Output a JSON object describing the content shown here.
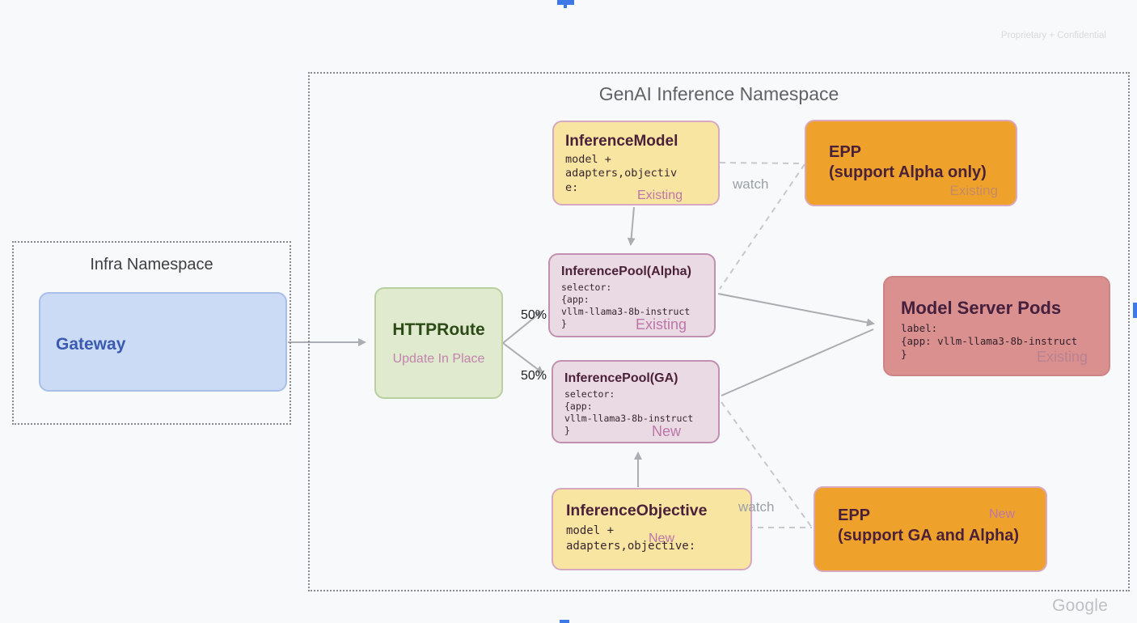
{
  "meta": {
    "confidential": "Proprietary + Confidential",
    "brand": "Google"
  },
  "infra_namespace": {
    "title": "Infra Namespace",
    "gateway": {
      "title": "Gateway"
    }
  },
  "genai_namespace": {
    "title": "GenAI Inference Namespace",
    "httproute": {
      "title": "HTTPRoute",
      "subtitle": "Update In Place"
    },
    "inference_model": {
      "title": "InferenceModel",
      "code": "model +\nadapters,objectiv\ne:",
      "status": "Existing"
    },
    "epp_alpha": {
      "title": "EPP\n(support Alpha only)",
      "status": "Existing"
    },
    "pool_alpha": {
      "title": "InferencePool(Alpha)",
      "code": "selector:\n{app:\nvllm-llama3-8b-instruct\n}",
      "status": "Existing"
    },
    "pool_ga": {
      "title": "InferencePool(GA)",
      "code": "selector:\n{app:\nvllm-llama3-8b-instruct\n}",
      "status": "New"
    },
    "model_server_pods": {
      "title": "Model Server Pods",
      "code": "label:\n{app: vllm-llama3-8b-instruct\n}",
      "status": "Existing"
    },
    "inference_objective": {
      "title": "InferenceObjective",
      "code": "model +\nadapters,objective:",
      "status": "New"
    },
    "epp_ga": {
      "title": "EPP\n(support GA and Alpha)",
      "status": "New"
    },
    "edge_labels": {
      "watch_top": "watch",
      "watch_bottom": "watch",
      "split_top": "50%",
      "split_bottom": "50%"
    }
  },
  "colors": {
    "background": "#f8f9fa",
    "gateway_fill": "#cbdaf5",
    "httproute_fill": "#dfeacf",
    "yellow_fill": "#f8e5a2",
    "orange_fill": "#efa22b",
    "pool_fill": "#eadae3",
    "pods_fill": "#d9908e",
    "title_plum": "#4b2139",
    "status_pink": "#bc76a8",
    "arrow_gray": "#aaadb2",
    "handle_blue": "#3e78e7"
  }
}
